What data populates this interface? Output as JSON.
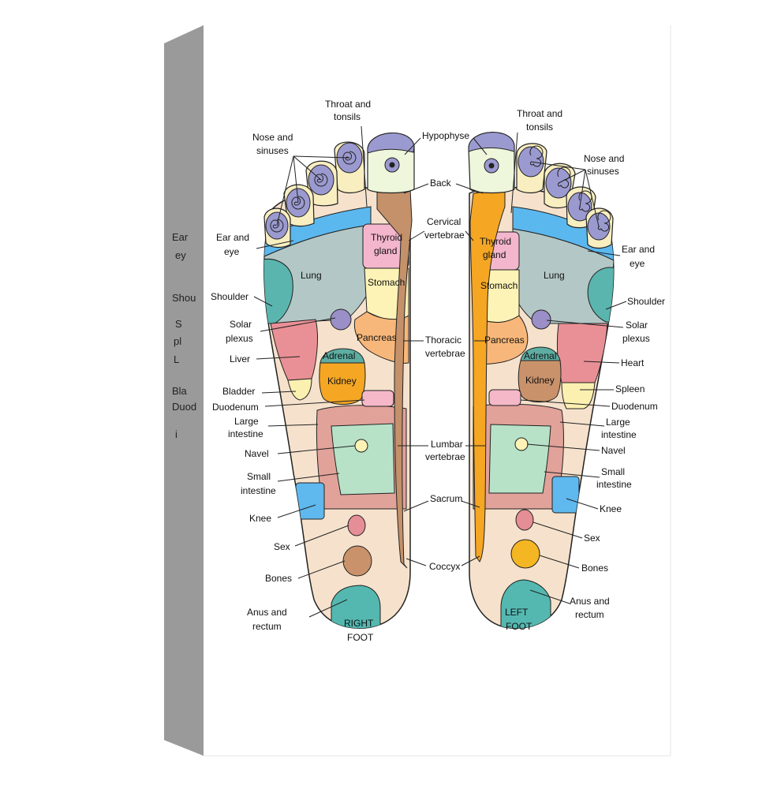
{
  "colors": {
    "skin": "#f6e2cc",
    "sinus": "#9b9ad0",
    "toe_tip": "#eef6dc",
    "toe_base": "#f9eec0",
    "ear_band": "#5bb8ee",
    "lung": "#b3c8c6",
    "shoulder": "#5ab5ae",
    "thyroid": "#f4b6cc",
    "stomach": "#fdf3b6",
    "pancreas": "#f8b77a",
    "solar": "#9a8fc6",
    "liver": "#e99096",
    "bladder": "#fbf0b0",
    "adrenal": "#5dada2",
    "kidney_right": "#f5a623",
    "kidney_left": "#c9926b",
    "duodenum": "#f5b8c8",
    "large_intestine": "#e1a29a",
    "small_intestine": "#b7e2c7",
    "knee": "#5fb8ee",
    "sex": "#e58e96",
    "bones_right": "#c9926b",
    "bones_left": "#f5b623",
    "anus": "#54b8b1",
    "spine_right": "#c4916a",
    "spine_left": "#f5a623",
    "canvas_side": "#9a9a9a"
  },
  "side_text": [
    "Ear",
    "ey",
    "Shou",
    "S",
    "pl",
    "L",
    "Bla",
    "Duod",
    "i"
  ],
  "right_foot": {
    "caption_1": "RIGHT",
    "caption_2": "FOOT",
    "zones": {
      "thyroid_1": "Thyroid",
      "thyroid_2": "gland",
      "stomach": "Stomach",
      "lung": "Lung",
      "pancreas": "Pancreas",
      "adrenal": "Adrenal",
      "kidney": "Kidney"
    },
    "labels": {
      "throat_1": "Throat and",
      "throat_2": "tonsils",
      "nose_1": "Nose and",
      "nose_2": "sinuses",
      "ear_1": "Ear and",
      "ear_2": "eye",
      "shoulder": "Shoulder",
      "solar_1": "Solar",
      "solar_2": "plexus",
      "liver": "Liver",
      "bladder": "Bladder",
      "duodenum": "Duodenum",
      "large_1": "Large",
      "large_2": "intestine",
      "navel": "Navel",
      "small_1": "Small",
      "small_2": "intestine",
      "knee": "Knee",
      "sex": "Sex",
      "bones": "Bones",
      "anus_1": "Anus and",
      "anus_2": "rectum"
    }
  },
  "center_labels": {
    "hypophyse": "Hypophyse",
    "back": "Back",
    "cervical_1": "Cervical",
    "cervical_2": "vertebrae",
    "thoracic_1": "Thoracic",
    "thoracic_2": "vertebrae",
    "lumbar_1": "Lumbar",
    "lumbar_2": "vertebrae",
    "sacrum": "Sacrum",
    "coccyx": "Coccyx"
  },
  "left_foot": {
    "caption_1": "LEFT",
    "caption_2": "FOOT",
    "zones": {
      "thyroid_1": "Thyroid",
      "thyroid_2": "gland",
      "stomach": "Stomach",
      "lung": "Lung",
      "pancreas": "Pancreas",
      "adrenal": "Adrenal",
      "kidney": "Kidney"
    },
    "labels": {
      "throat_1": "Throat and",
      "throat_2": "tonsils",
      "nose_1": "Nose and",
      "nose_2": "sinuses",
      "ear_1": "Ear and",
      "ear_2": "eye",
      "shoulder": "Shoulder",
      "solar_1": "Solar",
      "solar_2": "plexus",
      "heart": "Heart",
      "spleen": "Spleen",
      "duodenum": "Duodenum",
      "large_1": "Large",
      "large_2": "intestine",
      "navel": "Navel",
      "small_1": "Small",
      "small_2": "intestine",
      "knee": "Knee",
      "sex": "Sex",
      "bones": "Bones",
      "anus_1": "Anus and",
      "anus_2": "rectum"
    }
  }
}
